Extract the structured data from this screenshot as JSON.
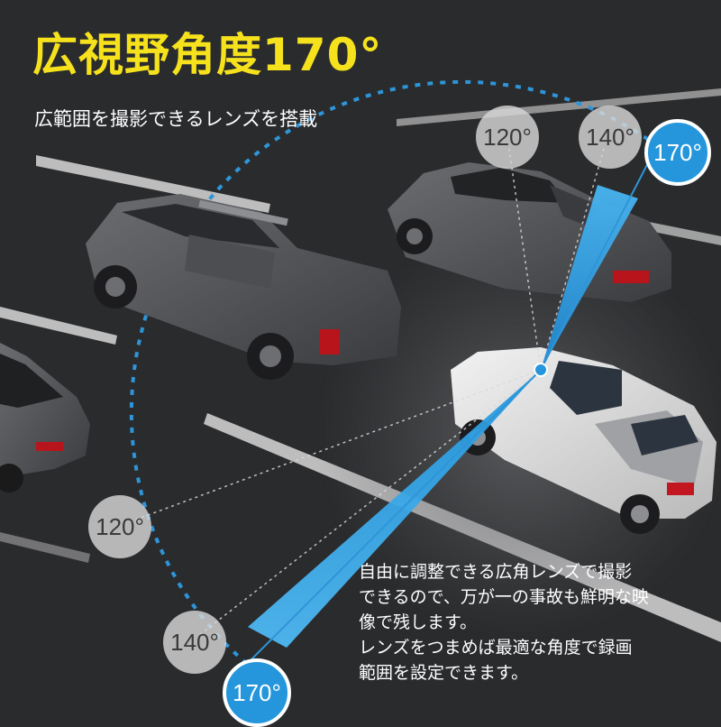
{
  "title": "広視野角度170°",
  "subtitle": "広範囲を撮影できるレンズを搭載",
  "angles": {
    "top_120": "120°",
    "top_140": "140°",
    "top_170": "170°",
    "bottom_120": "120°",
    "bottom_140": "140°",
    "bottom_170": "170°"
  },
  "description": {
    "line1": "自由に調整できる広角レンズで撮影",
    "line2": "できるので、万が一の事故も鮮明な映",
    "line3": "像で残します。",
    "line4": "レンズをつまめば最適な角度で録画",
    "line5": "範囲を設定できます。"
  },
  "colors": {
    "title": "#f5e11c",
    "accent_blue": "#2596dc",
    "background": "#2a2b2d"
  }
}
